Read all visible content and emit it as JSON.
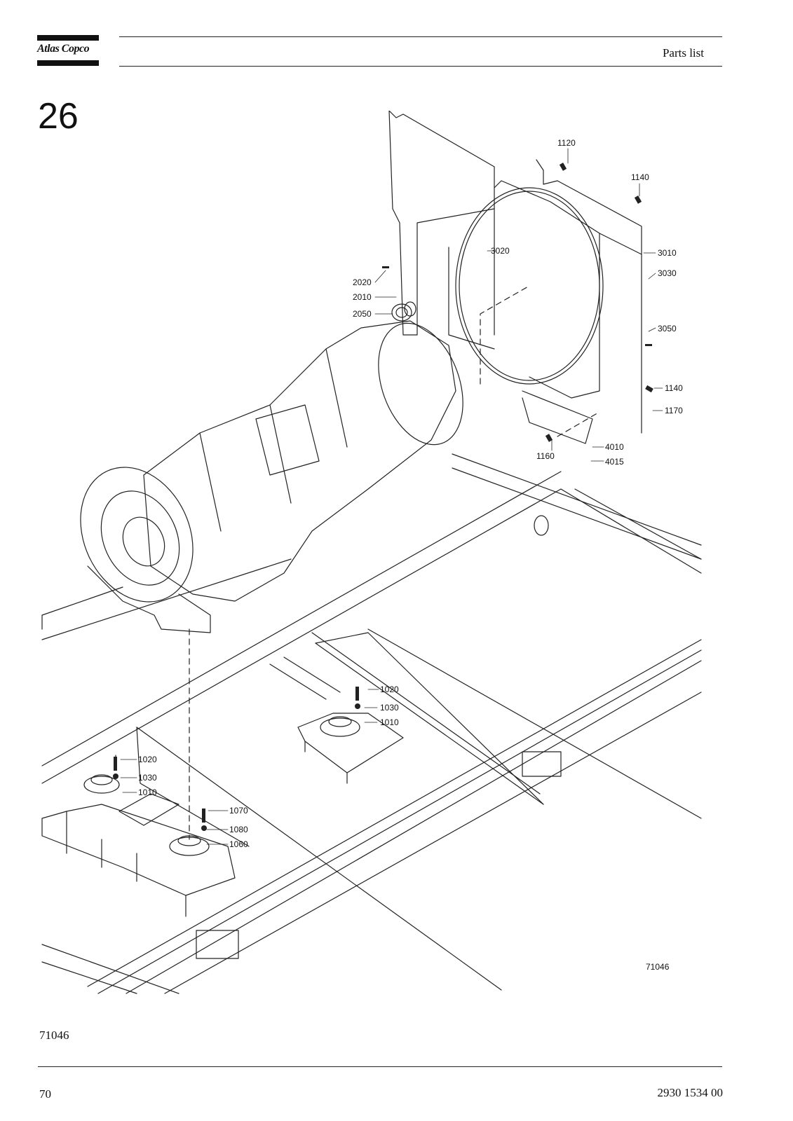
{
  "header": {
    "brand": "Atlas Copco",
    "section_title": "Parts list"
  },
  "figure": {
    "number": "26",
    "caption": "71046",
    "drawing_id": "71046",
    "callouts": [
      {
        "id": "c1120",
        "label": "1120"
      },
      {
        "id": "c1140a",
        "label": "1140"
      },
      {
        "id": "c3010",
        "label": "3010"
      },
      {
        "id": "c3030",
        "label": "3030"
      },
      {
        "id": "c3020",
        "label": "3020"
      },
      {
        "id": "c2020",
        "label": "2020"
      },
      {
        "id": "c2010",
        "label": "2010"
      },
      {
        "id": "c2050",
        "label": "2050"
      },
      {
        "id": "c3050",
        "label": "3050"
      },
      {
        "id": "c1140b",
        "label": "1140"
      },
      {
        "id": "c1170",
        "label": "1170"
      },
      {
        "id": "c4010",
        "label": "4010"
      },
      {
        "id": "c1160",
        "label": "1160"
      },
      {
        "id": "c4015",
        "label": "4015"
      },
      {
        "id": "c1020a",
        "label": "1020"
      },
      {
        "id": "c1030a",
        "label": "1030"
      },
      {
        "id": "c1010a",
        "label": "1010"
      },
      {
        "id": "c1020b",
        "label": "1020"
      },
      {
        "id": "c1030b",
        "label": "1030"
      },
      {
        "id": "c1010b",
        "label": "1010"
      },
      {
        "id": "c1070",
        "label": "1070"
      },
      {
        "id": "c1080",
        "label": "1080"
      },
      {
        "id": "c1060",
        "label": "1060"
      }
    ]
  },
  "footer": {
    "page_number": "70",
    "doc_number": "2930 1534 00"
  }
}
